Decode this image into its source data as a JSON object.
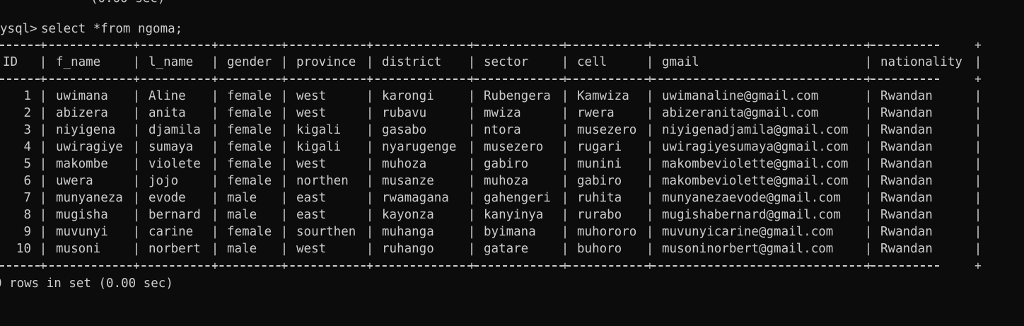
{
  "terminal": {
    "top_fragment": "(0.00 sec)",
    "prompt": "ysql> ",
    "command": "select *from ngoma;",
    "footer": "0 rows in set (0.00 sec)",
    "colors": {
      "background": "#0c0c0c",
      "text": "#cccccc"
    }
  },
  "table": {
    "headers": [
      "ID",
      "f_name",
      "l_name",
      "gender",
      "province",
      "district",
      "sector",
      "cell",
      "gmail",
      "nationality"
    ],
    "rows": [
      [
        "1",
        "uwimana",
        "Aline",
        "female",
        "west",
        "karongi",
        "Rubengera",
        "Kamwiza",
        "uwimanaline@gmail.com",
        "Rwandan"
      ],
      [
        "2",
        "abizera",
        "anita",
        "female",
        "west",
        "rubavu",
        "mwiza",
        "rwera",
        "abizeranita@gmail.com",
        "Rwandan"
      ],
      [
        "3",
        "niyigena",
        "djamila",
        "female",
        "kigali",
        "gasabo",
        "ntora",
        "musezero",
        "niyigenadjamila@gmail.com",
        "Rwandan"
      ],
      [
        "4",
        "uwiragiye",
        "sumaya",
        "female",
        "kigali",
        "nyarugenge",
        "musezero",
        "rugari",
        "uwiragiyesumaya@gmail.com",
        "Rwandan"
      ],
      [
        "5",
        "makombe",
        "violete",
        "female",
        "west",
        "muhoza",
        "gabiro",
        "munini",
        "makombeviolette@gmail.com",
        "Rwandan"
      ],
      [
        "6",
        "uwera",
        "jojo",
        "female",
        "northen",
        "musanze",
        "muhoza",
        "gabiro",
        "makombeviolette@gmail.com",
        "Rwandan"
      ],
      [
        "7",
        "munyaneza",
        "evode",
        "male",
        "east",
        "rwamagana",
        "gahengeri",
        "ruhita",
        "munyanezaevode@gmail.com",
        "Rwandan"
      ],
      [
        "8",
        "mugisha",
        "bernard",
        "male",
        "east",
        "kayonza",
        "kanyinya",
        "rurabo",
        "mugishabernard@gmail.com",
        "Rwandan"
      ],
      [
        "9",
        "muvunyi",
        "carine",
        "female",
        "sourthen",
        "muhanga",
        "byimana",
        "muhororo",
        "muvunyicarine@gmail.com",
        "Rwandan"
      ],
      [
        "10",
        "musoni",
        "norbert",
        "male",
        "west",
        "ruhango",
        "gatare",
        "buhoro",
        "musoninorbert@gmail.com",
        "Rwandan"
      ]
    ]
  }
}
